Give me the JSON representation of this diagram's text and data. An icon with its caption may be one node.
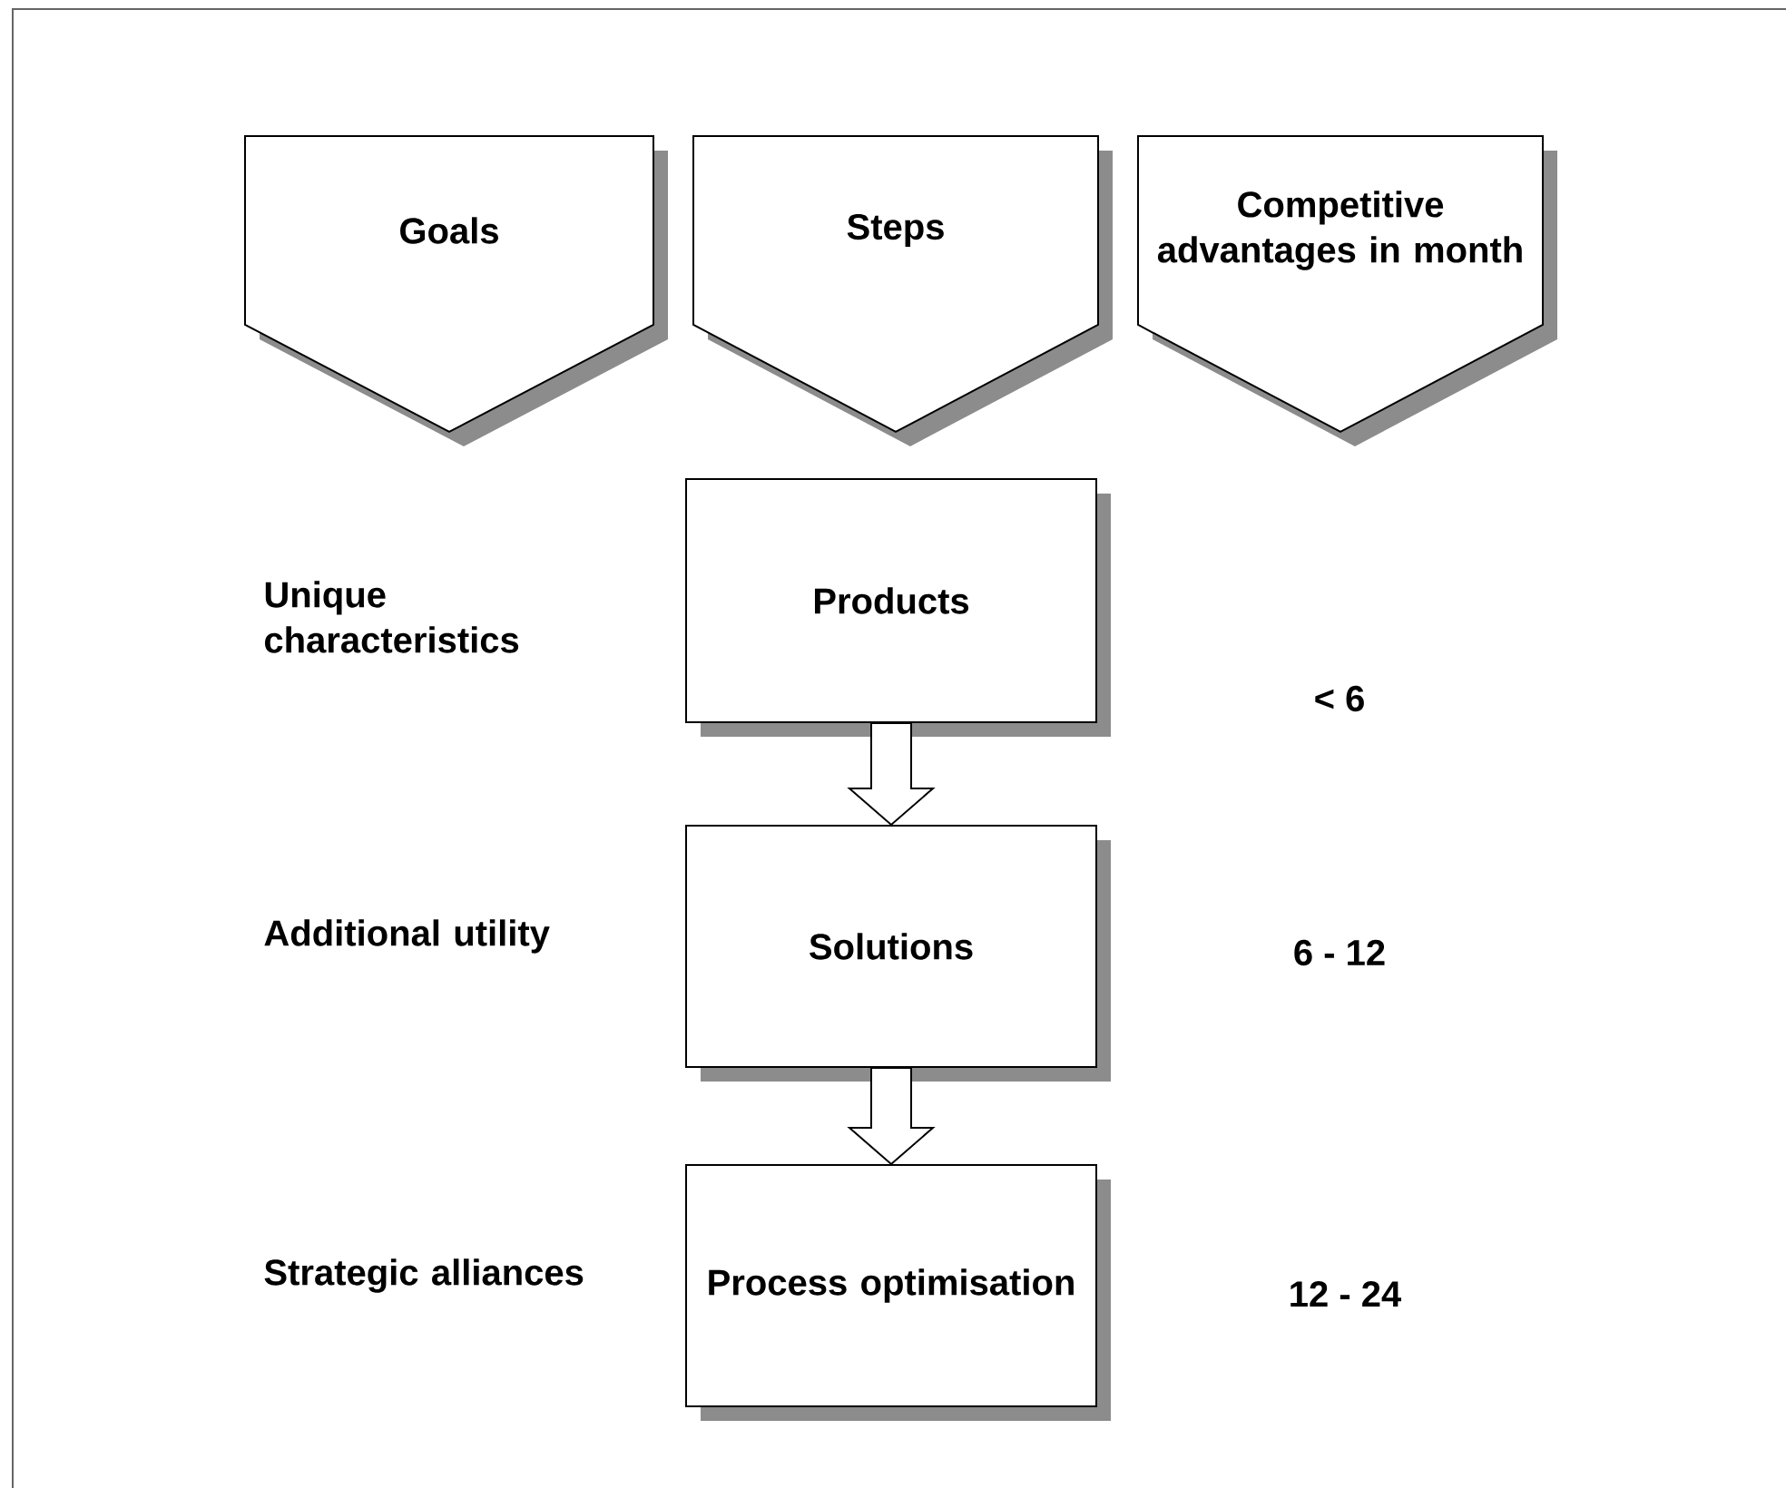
{
  "diagram": {
    "nodes": [
      {
        "text": [
          "Goals"
        ]
      },
      {
        "text": [
          "Steps"
        ]
      },
      {
        "text": [
          "Competitive advantages in month"
        ]
      },
      {
        "text": [
          "Products"
        ]
      },
      {
        "text": [
          "Solutions"
        ]
      },
      {
        "text": [
          "Process optimisation"
        ]
      }
    ],
    "edges": [
      {
        "from": 3,
        "to": 4,
        "arrow": "to"
      },
      {
        "from": 4,
        "to": 5,
        "arrow": "to"
      }
    ],
    "labels": [
      "Unique characteristics",
      "< 6",
      "Additional utility",
      "6 - 12",
      "Strategic alliances",
      "12 - 24"
    ]
  }
}
